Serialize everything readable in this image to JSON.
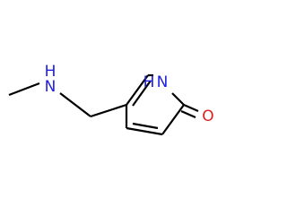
{
  "molecule": {
    "atoms": {
      "nh_amine": {
        "label": "N",
        "h_label": "H",
        "color": "#1f1fe0"
      },
      "nh_ring": {
        "label": "N",
        "h_label": "H",
        "color": "#1f1fe0"
      },
      "carbonyl_o": {
        "label": "O",
        "color": "#e01f1f"
      }
    },
    "bond_color": "#000000"
  }
}
